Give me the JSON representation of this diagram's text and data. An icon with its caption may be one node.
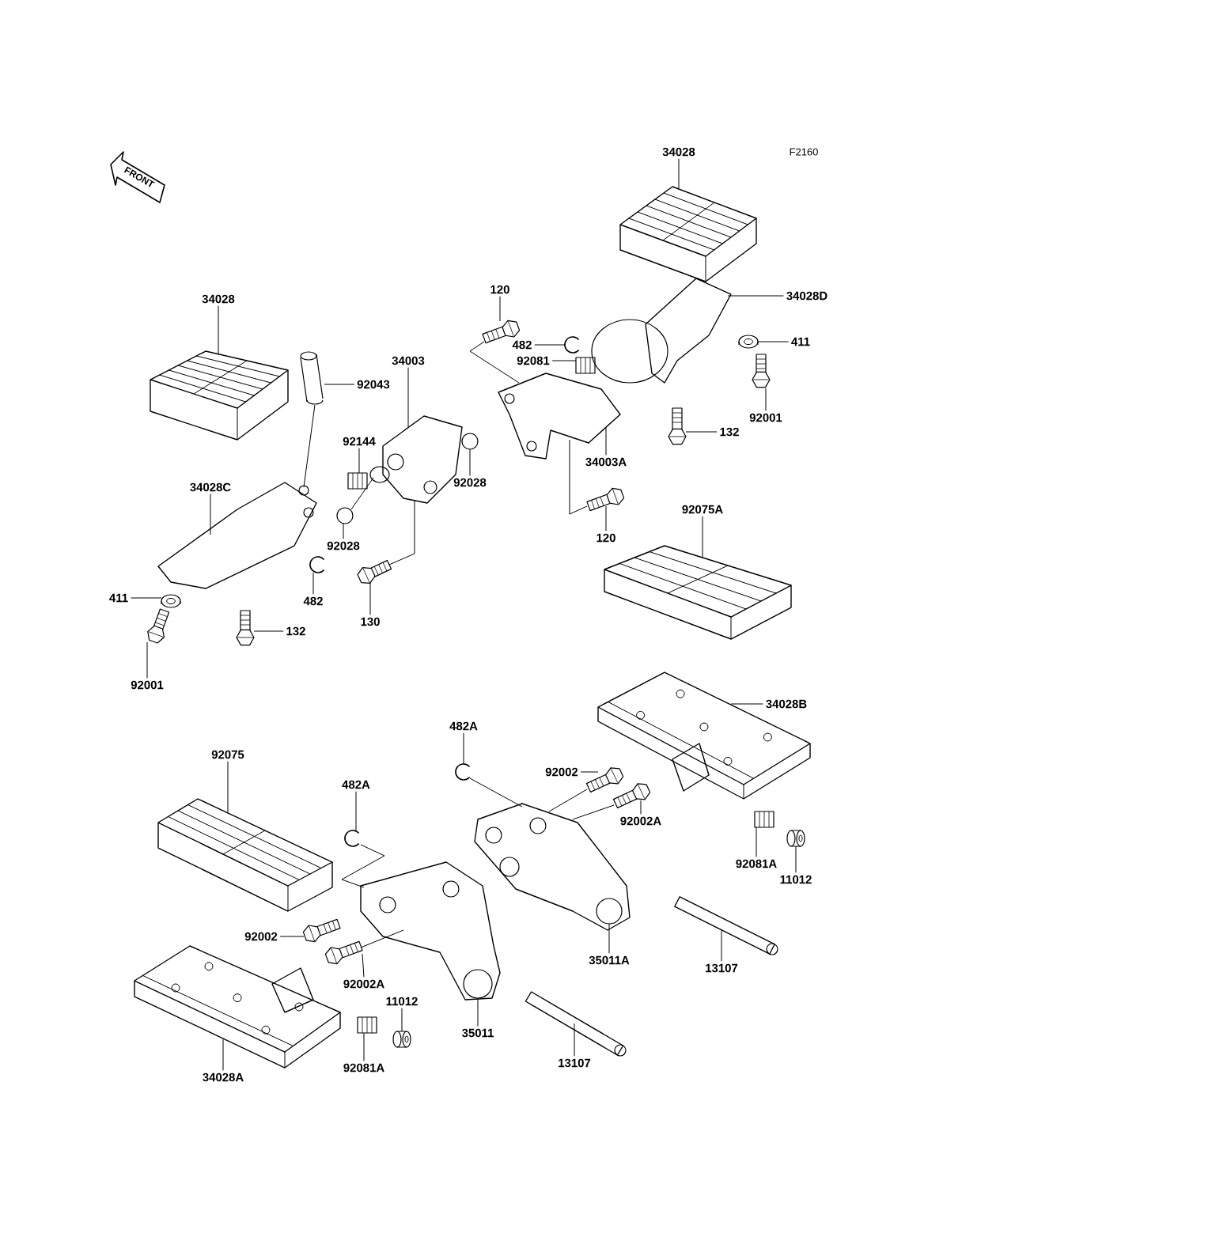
{
  "diagram": {
    "nodes": [
      {
        "text": [
          "34028"
        ]
      },
      {
        "text": [
          "34028D"
        ]
      },
      {
        "text": [
          "34028"
        ]
      },
      {
        "text": [
          "34003"
        ]
      },
      {
        "text": [
          "92043"
        ]
      },
      {
        "text": [
          "120"
        ]
      },
      {
        "text": [
          "482"
        ]
      },
      {
        "text": [
          "92081"
        ]
      },
      {
        "text": [
          "411"
        ]
      },
      {
        "text": [
          "92001"
        ]
      },
      {
        "text": [
          "92144"
        ]
      },
      {
        "text": [
          "92028"
        ]
      },
      {
        "text": [
          "34003A"
        ]
      },
      {
        "text": [
          "132"
        ]
      },
      {
        "text": [
          "34028C"
        ]
      },
      {
        "text": [
          "92028"
        ]
      },
      {
        "text": [
          "120"
        ]
      },
      {
        "text": [
          "92075A"
        ]
      },
      {
        "text": [
          "482"
        ]
      },
      {
        "text": [
          "130"
        ]
      },
      {
        "text": [
          "411"
        ]
      },
      {
        "text": [
          "132"
        ]
      },
      {
        "text": [
          "92001"
        ]
      },
      {
        "text": [
          "34028B"
        ]
      },
      {
        "text": [
          "92075"
        ]
      },
      {
        "text": [
          "482A"
        ]
      },
      {
        "text": [
          "92002"
        ]
      },
      {
        "text": [
          "482A"
        ]
      },
      {
        "text": [
          "92002A"
        ]
      },
      {
        "text": [
          "92081A"
        ]
      },
      {
        "text": [
          "11012"
        ]
      },
      {
        "text": [
          "92002"
        ]
      },
      {
        "text": [
          "35011A"
        ]
      },
      {
        "text": [
          "92002A"
        ]
      },
      {
        "text": [
          "13107"
        ]
      },
      {
        "text": [
          "11012"
        ]
      },
      {
        "text": [
          "35011"
        ]
      },
      {
        "text": [
          "13107"
        ]
      },
      {
        "text": [
          "34028A"
        ]
      },
      {
        "text": [
          "92081A"
        ]
      },
      {
        "text": [],
        "shape": "picture"
      },
      {
        "text": [],
        "shape": "picture"
      },
      {
        "text": [],
        "shape": "picture"
      },
      {
        "text": [],
        "shape": "picture"
      },
      {
        "text": [],
        "shape": "picture"
      },
      {
        "text": [],
        "shape": "picture"
      },
      {
        "text": [],
        "shape": "picture"
      },
      {
        "text": [],
        "shape": "picture"
      },
      {
        "text": [],
        "shape": "picture"
      },
      {
        "text": [],
        "shape": "picture"
      },
      {
        "text": [],
        "shape": "picture"
      },
      {
        "text": [],
        "shape": "picture"
      },
      {
        "text": [],
        "shape": "picture"
      },
      {
        "text": [],
        "shape": "picture"
      },
      {
        "text": [],
        "shape": "picture"
      },
      {
        "text": [],
        "shape": "picture"
      },
      {
        "text": [],
        "shape": "picture"
      },
      {
        "text": [],
        "shape": "picture"
      },
      {
        "text": [],
        "shape": "picture"
      },
      {
        "text": [],
        "shape": "picture"
      },
      {
        "text": [],
        "shape": "picture"
      },
      {
        "text": [],
        "shape": "picture"
      },
      {
        "text": [],
        "shape": "picture"
      },
      {
        "text": [],
        "shape": "picture"
      },
      {
        "text": [],
        "shape": "picture"
      },
      {
        "text": [],
        "shape": "picture"
      },
      {
        "text": [],
        "shape": "picture"
      },
      {
        "text": [],
        "shape": "picture"
      },
      {
        "text": [],
        "shape": "picture"
      },
      {
        "text": [],
        "shape": "picture"
      },
      {
        "text": [],
        "shape": "picture"
      },
      {
        "text": [],
        "shape": "picture"
      },
      {
        "text": [],
        "shape": "picture"
      },
      {
        "text": [],
        "shape": "picture"
      },
      {
        "text": [],
        "shape": "picture"
      },
      {
        "text": [],
        "shape": "picture"
      },
      {
        "text": [],
        "shape": "picture"
      },
      {
        "text": [],
        "shape": "picture"
      },
      {
        "text": [],
        "shape": "picture"
      },
      {
        "text": [],
        "shape": "picture"
      }
    ],
    "edges": [
      {
        "from": 0,
        "to": 40,
        "arrow": "none"
      },
      {
        "from": 1,
        "to": 41,
        "arrow": "none"
      },
      {
        "from": 2,
        "to": 42,
        "arrow": "none"
      },
      {
        "from": 3,
        "to": 43,
        "arrow": "none"
      },
      {
        "from": 4,
        "to": 44,
        "arrow": "none"
      },
      {
        "from": 5,
        "to": 45,
        "arrow": "none"
      },
      {
        "from": 6,
        "to": 46,
        "arrow": "none"
      },
      {
        "from": 7,
        "to": 47,
        "arrow": "none"
      },
      {
        "from": 8,
        "to": 48,
        "arrow": "none"
      },
      {
        "from": 9,
        "to": 49,
        "arrow": "none"
      },
      {
        "from": 10,
        "to": 50,
        "arrow": "none"
      },
      {
        "from": 11,
        "to": 51,
        "arrow": "none"
      },
      {
        "from": 12,
        "to": 52,
        "arrow": "none"
      },
      {
        "from": 13,
        "to": 53,
        "arrow": "none"
      },
      {
        "from": 14,
        "to": 54,
        "arrow": "none"
      },
      {
        "from": 15,
        "to": 55,
        "arrow": "none"
      },
      {
        "from": 16,
        "to": 56,
        "arrow": "none"
      },
      {
        "from": 17,
        "to": 57,
        "arrow": "none"
      },
      {
        "from": 18,
        "to": 58,
        "arrow": "none"
      },
      {
        "from": 19,
        "to": 59,
        "arrow": "none"
      },
      {
        "from": 20,
        "to": 60,
        "arrow": "none"
      },
      {
        "from": 21,
        "to": 61,
        "arrow": "none"
      },
      {
        "from": 22,
        "to": 62,
        "arrow": "none"
      },
      {
        "from": 23,
        "to": 63,
        "arrow": "none"
      },
      {
        "from": 24,
        "to": 64,
        "arrow": "none"
      },
      {
        "from": 25,
        "to": 65,
        "arrow": "none"
      },
      {
        "from": 26,
        "to": 66,
        "arrow": "none"
      },
      {
        "from": 27,
        "to": 67,
        "arrow": "none"
      },
      {
        "from": 28,
        "to": 68,
        "arrow": "none"
      },
      {
        "from": 29,
        "to": 69,
        "arrow": "none"
      },
      {
        "from": 30,
        "to": 70,
        "arrow": "none"
      },
      {
        "from": 31,
        "to": 71,
        "arrow": "none"
      },
      {
        "from": 32,
        "to": 72,
        "arrow": "none"
      },
      {
        "from": 33,
        "to": 73,
        "arrow": "none"
      },
      {
        "from": 34,
        "to": 74,
        "arrow": "none"
      },
      {
        "from": 35,
        "to": 75,
        "arrow": "none"
      },
      {
        "from": 36,
        "to": 76,
        "arrow": "none"
      },
      {
        "from": 37,
        "to": 77,
        "arrow": "none"
      },
      {
        "from": 38,
        "to": 78,
        "arrow": "none"
      },
      {
        "from": 39,
        "to": 79,
        "arrow": "none"
      },
      {
        "from": 54,
        "to": 44,
        "arrow": "none"
      },
      {
        "from": 43,
        "to": 55,
        "arrow": "none"
      },
      {
        "from": 43,
        "to": 59,
        "arrow": "none"
      },
      {
        "from": 45,
        "to": 52,
        "arrow": "none"
      },
      {
        "from": 52,
        "to": 56,
        "arrow": "none"
      },
      {
        "from": 65,
        "to": 72,
        "arrow": "none"
      },
      {
        "from": 66,
        "to": 72,
        "arrow": "none"
      },
      {
        "from": 68,
        "to": 72,
        "arrow": "none"
      },
      {
        "from": 67,
        "to": 76,
        "arrow": "none"
      },
      {
        "from": 73,
        "to": 76,
        "arrow": "none"
      }
    ],
    "labels": [
      "FRONT",
      "F2160"
    ]
  }
}
